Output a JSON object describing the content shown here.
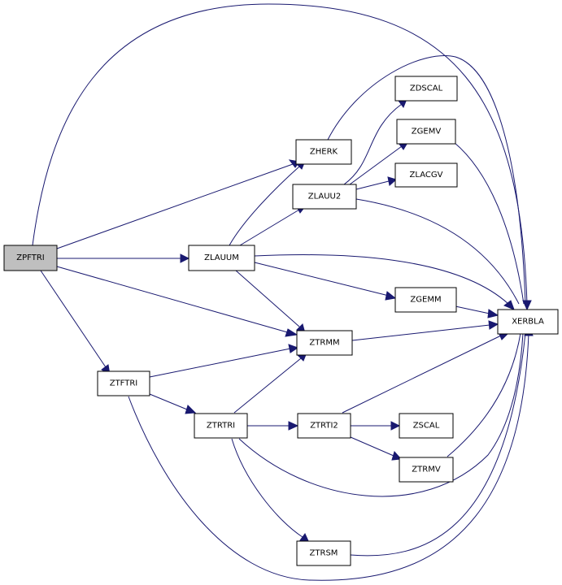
{
  "graph": {
    "colors": {
      "edge": "#191970",
      "node_border": "#000000",
      "root_fill": "#bfbfbf",
      "node_fill": "#ffffff"
    },
    "nodes": {
      "zpftri": "ZPFTRI",
      "zherk": "ZHERK",
      "zlauu2": "ZLAUU2",
      "zlauum": "ZLAUUM",
      "zdscal": "ZDSCAL",
      "zgemv": "ZGEMV",
      "zlacgv": "ZLACGV",
      "zgemm": "ZGEMM",
      "xerbla": "XERBLA",
      "ztrmm": "ZTRMM",
      "ztftri": "ZTFTRI",
      "ztrtri": "ZTRTRI",
      "ztrti2": "ZTRTI2",
      "zscal": "ZSCAL",
      "ztrmv": "ZTRMV",
      "ztrsm": "ZTRSM"
    },
    "edges": [
      [
        "zpftri",
        "xerbla"
      ],
      [
        "zpftri",
        "zherk"
      ],
      [
        "zpftri",
        "zlauum"
      ],
      [
        "zpftri",
        "ztrmm"
      ],
      [
        "zpftri",
        "ztftri"
      ],
      [
        "zherk",
        "xerbla"
      ],
      [
        "zlauum",
        "zherk"
      ],
      [
        "zlauum",
        "zlauu2"
      ],
      [
        "zlauum",
        "xerbla"
      ],
      [
        "zlauum",
        "zgemm"
      ],
      [
        "zlauum",
        "ztrmm"
      ],
      [
        "zlauu2",
        "zdscal"
      ],
      [
        "zlauu2",
        "zgemv"
      ],
      [
        "zlauu2",
        "zlacgv"
      ],
      [
        "zlauu2",
        "xerbla"
      ],
      [
        "zgemv",
        "xerbla"
      ],
      [
        "zgemm",
        "xerbla"
      ],
      [
        "ztrmm",
        "xerbla"
      ],
      [
        "ztftri",
        "ztrmm"
      ],
      [
        "ztftri",
        "ztrtri"
      ],
      [
        "ztftri",
        "xerbla"
      ],
      [
        "ztrtri",
        "ztrmm"
      ],
      [
        "ztrtri",
        "ztrti2"
      ],
      [
        "ztrtri",
        "ztrsm"
      ],
      [
        "ztrtri",
        "xerbla"
      ],
      [
        "ztrti2",
        "zscal"
      ],
      [
        "ztrti2",
        "ztrmv"
      ],
      [
        "ztrti2",
        "xerbla"
      ],
      [
        "ztrmv",
        "xerbla"
      ],
      [
        "ztrsm",
        "xerbla"
      ]
    ]
  }
}
